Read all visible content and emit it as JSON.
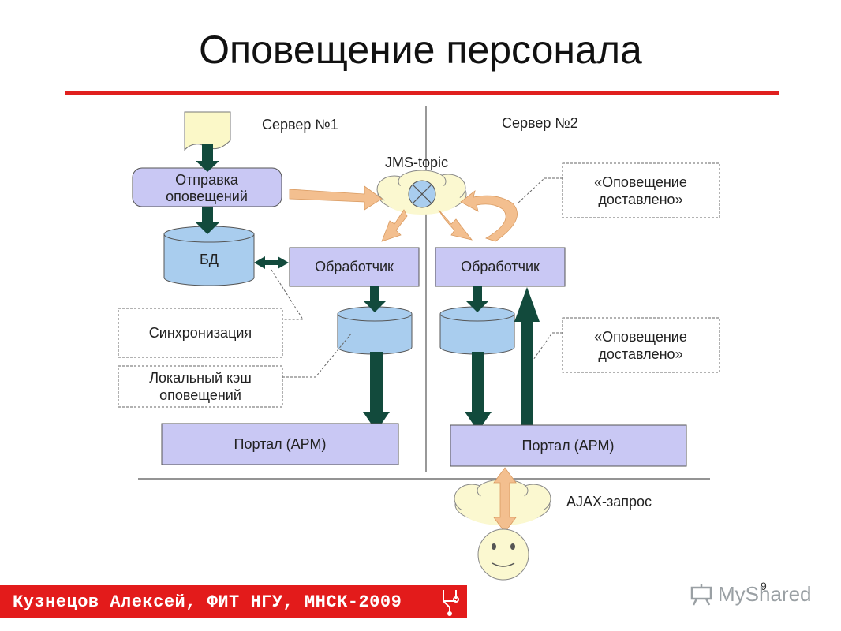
{
  "slide": {
    "title": "Оповещение персонала",
    "page_number": "9",
    "footer": "Кузнецов Алексей, ФИТ НГУ, МНСК-2009"
  },
  "watermark": {
    "text": "MyShared"
  },
  "diagram": {
    "server1_label": "Сервер №1",
    "server2_label": "Сервер №2",
    "jms_label": "JMS-topic",
    "send_box": [
      "Отправка",
      "оповещений"
    ],
    "db_label": "БД",
    "handler1": "Обработчик",
    "handler2": "Обработчик",
    "sync_note": "Синхронизация",
    "cache_note": [
      "Локальный кэш",
      "оповещений"
    ],
    "delivered_note_top": [
      "«Оповещение",
      "доставлено»"
    ],
    "delivered_note_bottom": [
      "«Оповещение",
      "доставлено»"
    ],
    "portal1": "Портал (АРМ)",
    "portal2": "Портал (АРМ)",
    "ajax_label": "AJAX-запрос"
  },
  "colors": {
    "accent_red": "#e0201e",
    "box_fill": "#c9c8f4",
    "cylinder_fill": "#a9cdee",
    "arrow_dark": "#124a3c",
    "arrow_orange": "#f3bf8f",
    "cloud_fill": "#fbf8d0"
  }
}
